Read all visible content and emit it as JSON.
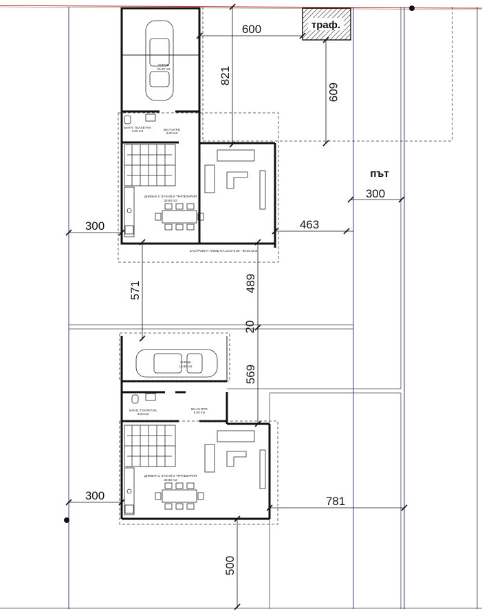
{
  "dimensions": {
    "d600": "600",
    "d821": "821",
    "d609": "609",
    "d300_road": "300",
    "d300_top": "300",
    "d463": "463",
    "d571": "571",
    "d489": "489",
    "d20": "20",
    "d569": "569",
    "d300_bottom": "300",
    "d781": "781",
    "d500": "500"
  },
  "labels": {
    "road": "път",
    "transformer": "траф.",
    "house1": {
      "garage": "ГАРАЖ",
      "garage_area": "20.20 m2",
      "bath": "БАНЯ, ТОАЛЕТНА",
      "bath_area": "3.00 m2",
      "entry": "ВХ./АНТРЕ",
      "entry_area": "2.00 m2",
      "living": "ДНЕВНА С КУХНЯ И ТРАПЕЗАРИЯ",
      "living_area": "38.80 m2",
      "built_area": "ЗАСТРОЕНА ПЛОЩ НА кота+0.00  -  95.50 кв.м"
    },
    "house2": {
      "garage": "ГАРАЖ",
      "garage_area": "18.80 m2",
      "bath": "БАНЯ, ТОАЛЕТНА",
      "bath_area": "3.00 m2",
      "entry": "ВХ./АНТРЕ",
      "entry_area": "5.00 m2",
      "living": "ДНЕВНА С КУХНЯ И ТРАПЕЗАРИЯ",
      "living_area": "38.80 m2"
    }
  },
  "colors": {
    "property_line": "#3b3fa8",
    "top_boundary": "#c0392b",
    "ink": "#111111"
  }
}
